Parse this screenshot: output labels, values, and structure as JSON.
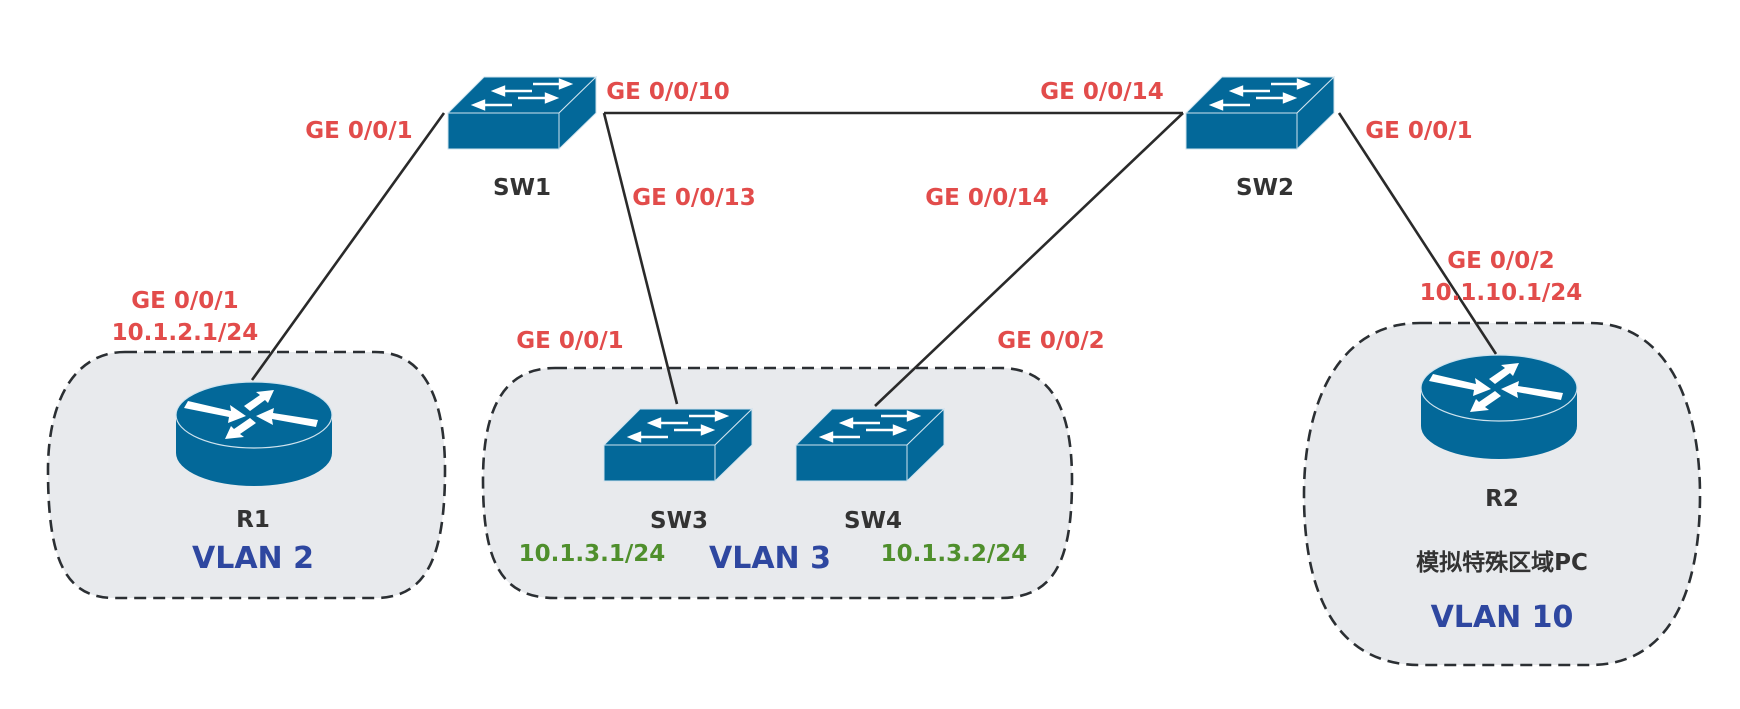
{
  "colors": {
    "device_blue": "#036899",
    "port_label": "#e24c4b",
    "device_label": "#333333",
    "vlan_label": "#2e47a0",
    "ip_label": "#4f8f2c",
    "zone_fill": "#e8eaed"
  },
  "devices": {
    "sw1": {
      "name": "SW1",
      "type": "switch-icon"
    },
    "sw2": {
      "name": "SW2",
      "type": "switch-icon"
    },
    "sw3": {
      "name": "SW3",
      "type": "switch-icon",
      "ip": "10.1.3.1/24"
    },
    "sw4": {
      "name": "SW4",
      "type": "switch-icon",
      "ip": "10.1.3.2/24"
    },
    "r1": {
      "name": "R1",
      "type": "router-icon"
    },
    "r2": {
      "name": "R2",
      "type": "router-icon",
      "description": "模拟特殊区域PC"
    }
  },
  "zones": {
    "vlan2": {
      "label": "VLAN 2"
    },
    "vlan3": {
      "label": "VLAN 3"
    },
    "vlan10": {
      "label": "VLAN 10"
    }
  },
  "links": [
    {
      "from": "SW1",
      "from_port": "GE 0/0/1",
      "to": "R1",
      "to_port": "GE 0/0/1",
      "to_ip": "10.1.2.1/24"
    },
    {
      "from": "SW1",
      "from_port": "GE 0/0/10",
      "to": "SW2",
      "to_port": "GE 0/0/14"
    },
    {
      "from": "SW1",
      "from_port": "GE 0/0/13",
      "to": "SW3",
      "to_port": "GE 0/0/1"
    },
    {
      "from": "SW2",
      "from_port": "GE 0/0/14",
      "to": "SW4",
      "to_port": "GE 0/0/2"
    },
    {
      "from": "SW2",
      "from_port": "GE 0/0/1",
      "to": "R2",
      "to_port": "GE 0/0/2",
      "to_ip": "10.1.10.1/24"
    }
  ]
}
